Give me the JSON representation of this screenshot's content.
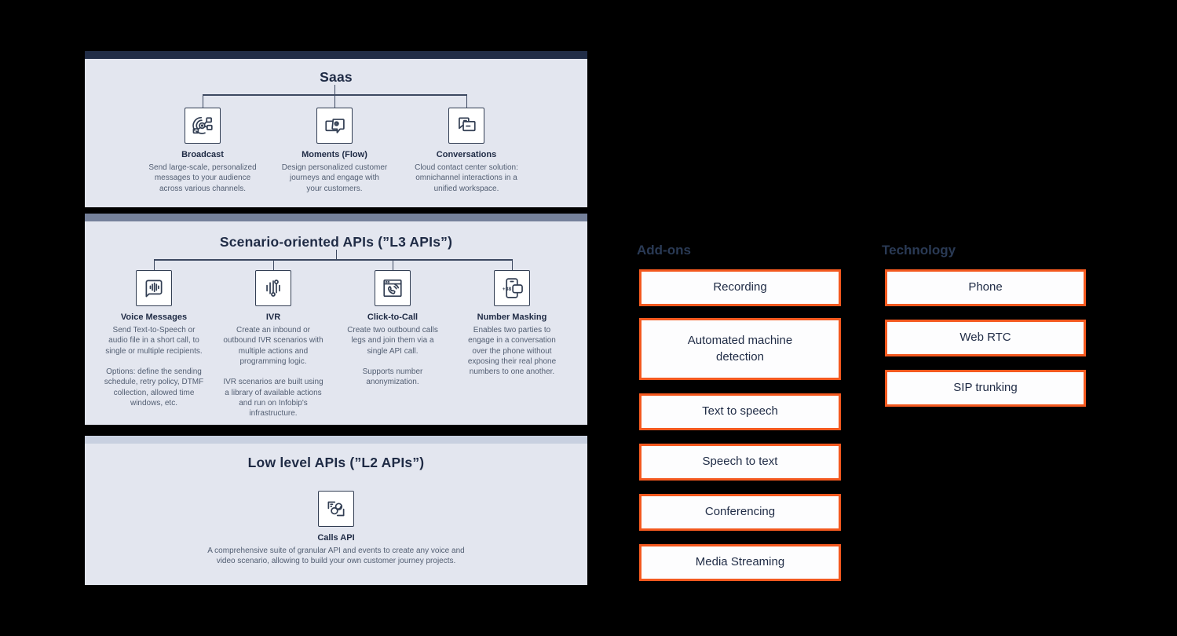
{
  "colors": {
    "background": "#000000",
    "panel_bg": "#e3e6ef",
    "bar_saas": "#212d47",
    "bar_l3": "#75819b",
    "bar_l2": "#c8d0e0",
    "accent_orange": "#f4591f",
    "title_navy": "#1f2b45",
    "body_gray": "#525e72",
    "connector": "#3d4961"
  },
  "panels": [
    {
      "title": "Saas",
      "items": [
        {
          "name": "Broadcast",
          "icon": "broadcast-icon",
          "description": "Send large-scale, personalized\nmessages to your audience\nacross various channels."
        },
        {
          "name": "Moments (Flow)",
          "icon": "moments-flow-icon",
          "description": "Design personalized customer\njourneys and engage with\nyour customers."
        },
        {
          "name": "Conversations",
          "icon": "conversations-icon",
          "description": "Cloud contact center solution:\nomnichannel interactions in a\nunified workspace."
        }
      ]
    },
    {
      "title": "Scenario-oriented APIs (”L3 APIs”)",
      "items": [
        {
          "name": "Voice Messages",
          "icon": "voice-messages-icon",
          "description": "Send Text-to-Speech or\naudio file in a short call, to\nsingle or multiple recipients.\n\nOptions: define the sending\nschedule, retry policy, DTMF\ncollection, allowed time\nwindows, etc."
        },
        {
          "name": "IVR",
          "icon": "ivr-icon",
          "description": "Create an inbound or\noutbound IVR scenarios with\nmultiple actions and\nprogramming logic.\n\nIVR scenarios are built using\na library of available actions\nand run on Infobip's\ninfrastructure."
        },
        {
          "name": "Click-to-Call",
          "icon": "click-to-call-icon",
          "description": "Create two outbound calls\nlegs and join them via a\nsingle API call.\n\nSupports number\nanonymization."
        },
        {
          "name": "Number Masking",
          "icon": "number-masking-icon",
          "description": "Enables two parties to\nengage in a conversation\nover the phone without\nexposing their real phone\nnumbers to one another."
        }
      ]
    },
    {
      "title": "Low level APIs (”L2 APIs”)",
      "items": [
        {
          "name": "Calls API",
          "icon": "calls-api-icon",
          "description": "A comprehensive suite of granular API and events to create any voice and\nvideo scenario, allowing to build your own customer journey projects."
        }
      ]
    }
  ],
  "columns": [
    {
      "title": "Add-ons",
      "boxes": [
        "Recording",
        "Automated machine\ndetection",
        "Text to speech",
        "Speech to text",
        "Conferencing",
        "Media Streaming"
      ]
    },
    {
      "title": "Technology",
      "boxes": [
        "Phone",
        "Web RTC",
        "SIP trunking"
      ]
    }
  ]
}
